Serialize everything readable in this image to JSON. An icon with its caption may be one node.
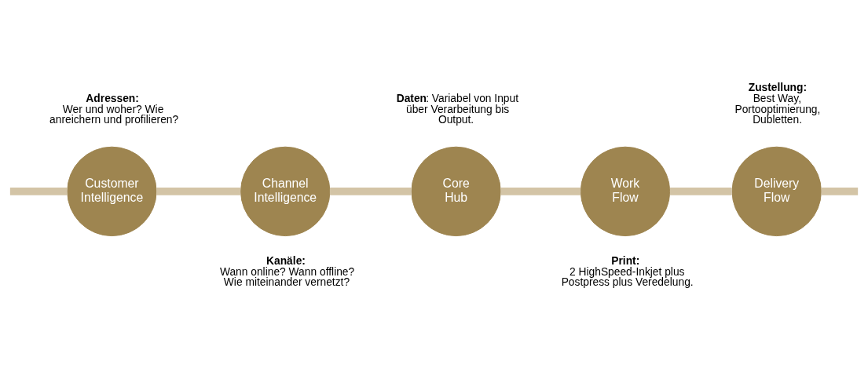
{
  "diagram": {
    "nodes": [
      {
        "text": [
          "Customer Intelligence"
        ],
        "beside": [
          "**Adressen:** Wer und woher? Wie anreichern und profilieren?"
        ]
      },
      {
        "text": [
          "Channel Intelligence"
        ],
        "beside": [
          "**Kanäle:** Wann online? Wann offline? Wie miteinander vernetzt?"
        ]
      },
      {
        "text": [
          "Core Hub"
        ],
        "beside": [
          "**Daten**: Variabel von Input über Verarbeitung bis Output."
        ]
      },
      {
        "text": [
          "Work Flow"
        ],
        "beside": [
          "**Print:** 2 HighSpeed-Inkjet plus Postpress plus Veredelung."
        ]
      },
      {
        "text": [
          "Delivery Flow"
        ],
        "beside": [
          "**Zustellung:** Best Way, Portooptimierung, Dubletten."
        ]
      }
    ],
    "edges": [
      {
        "from": null,
        "to": 0,
        "arrow": "none"
      },
      {
        "from": 0,
        "to": 1,
        "arrow": "none"
      },
      {
        "from": 1,
        "to": 2,
        "arrow": "none"
      },
      {
        "from": 2,
        "to": 3,
        "arrow": "none"
      },
      {
        "from": 3,
        "to": 4,
        "arrow": "none"
      },
      {
        "from": 4,
        "to": null,
        "arrow": "none"
      }
    ]
  }
}
